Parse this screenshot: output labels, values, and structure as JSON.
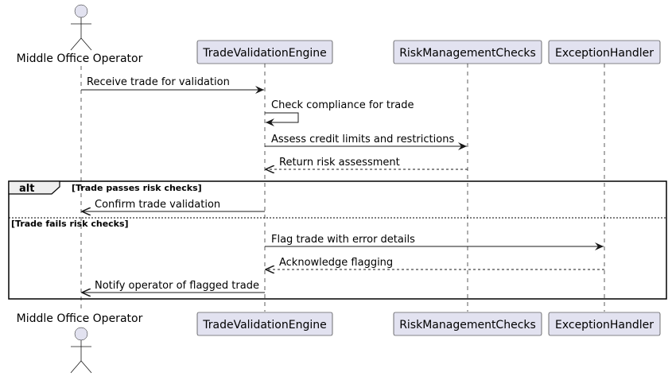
{
  "participants": {
    "operator": "Middle Office Operator",
    "engine": "TradeValidationEngine",
    "risk": "RiskManagementChecks",
    "exception": "ExceptionHandler"
  },
  "messages": {
    "m1": "Receive trade for validation",
    "m2": "Check compliance for trade",
    "m3": "Assess credit limits and restrictions",
    "m4": "Return risk assessment",
    "m5": "Confirm trade validation",
    "m6": "Flag trade with error details",
    "m7": "Acknowledge flagging",
    "m8": "Notify operator of flagged trade"
  },
  "fragment": {
    "keyword": "alt",
    "guard1": "[Trade passes risk checks]",
    "guard2": "[Trade fails risk checks]"
  },
  "colors": {
    "participant_fill": "#e2e2f0",
    "participant_border": "#181818",
    "lifeline": "#181818"
  }
}
